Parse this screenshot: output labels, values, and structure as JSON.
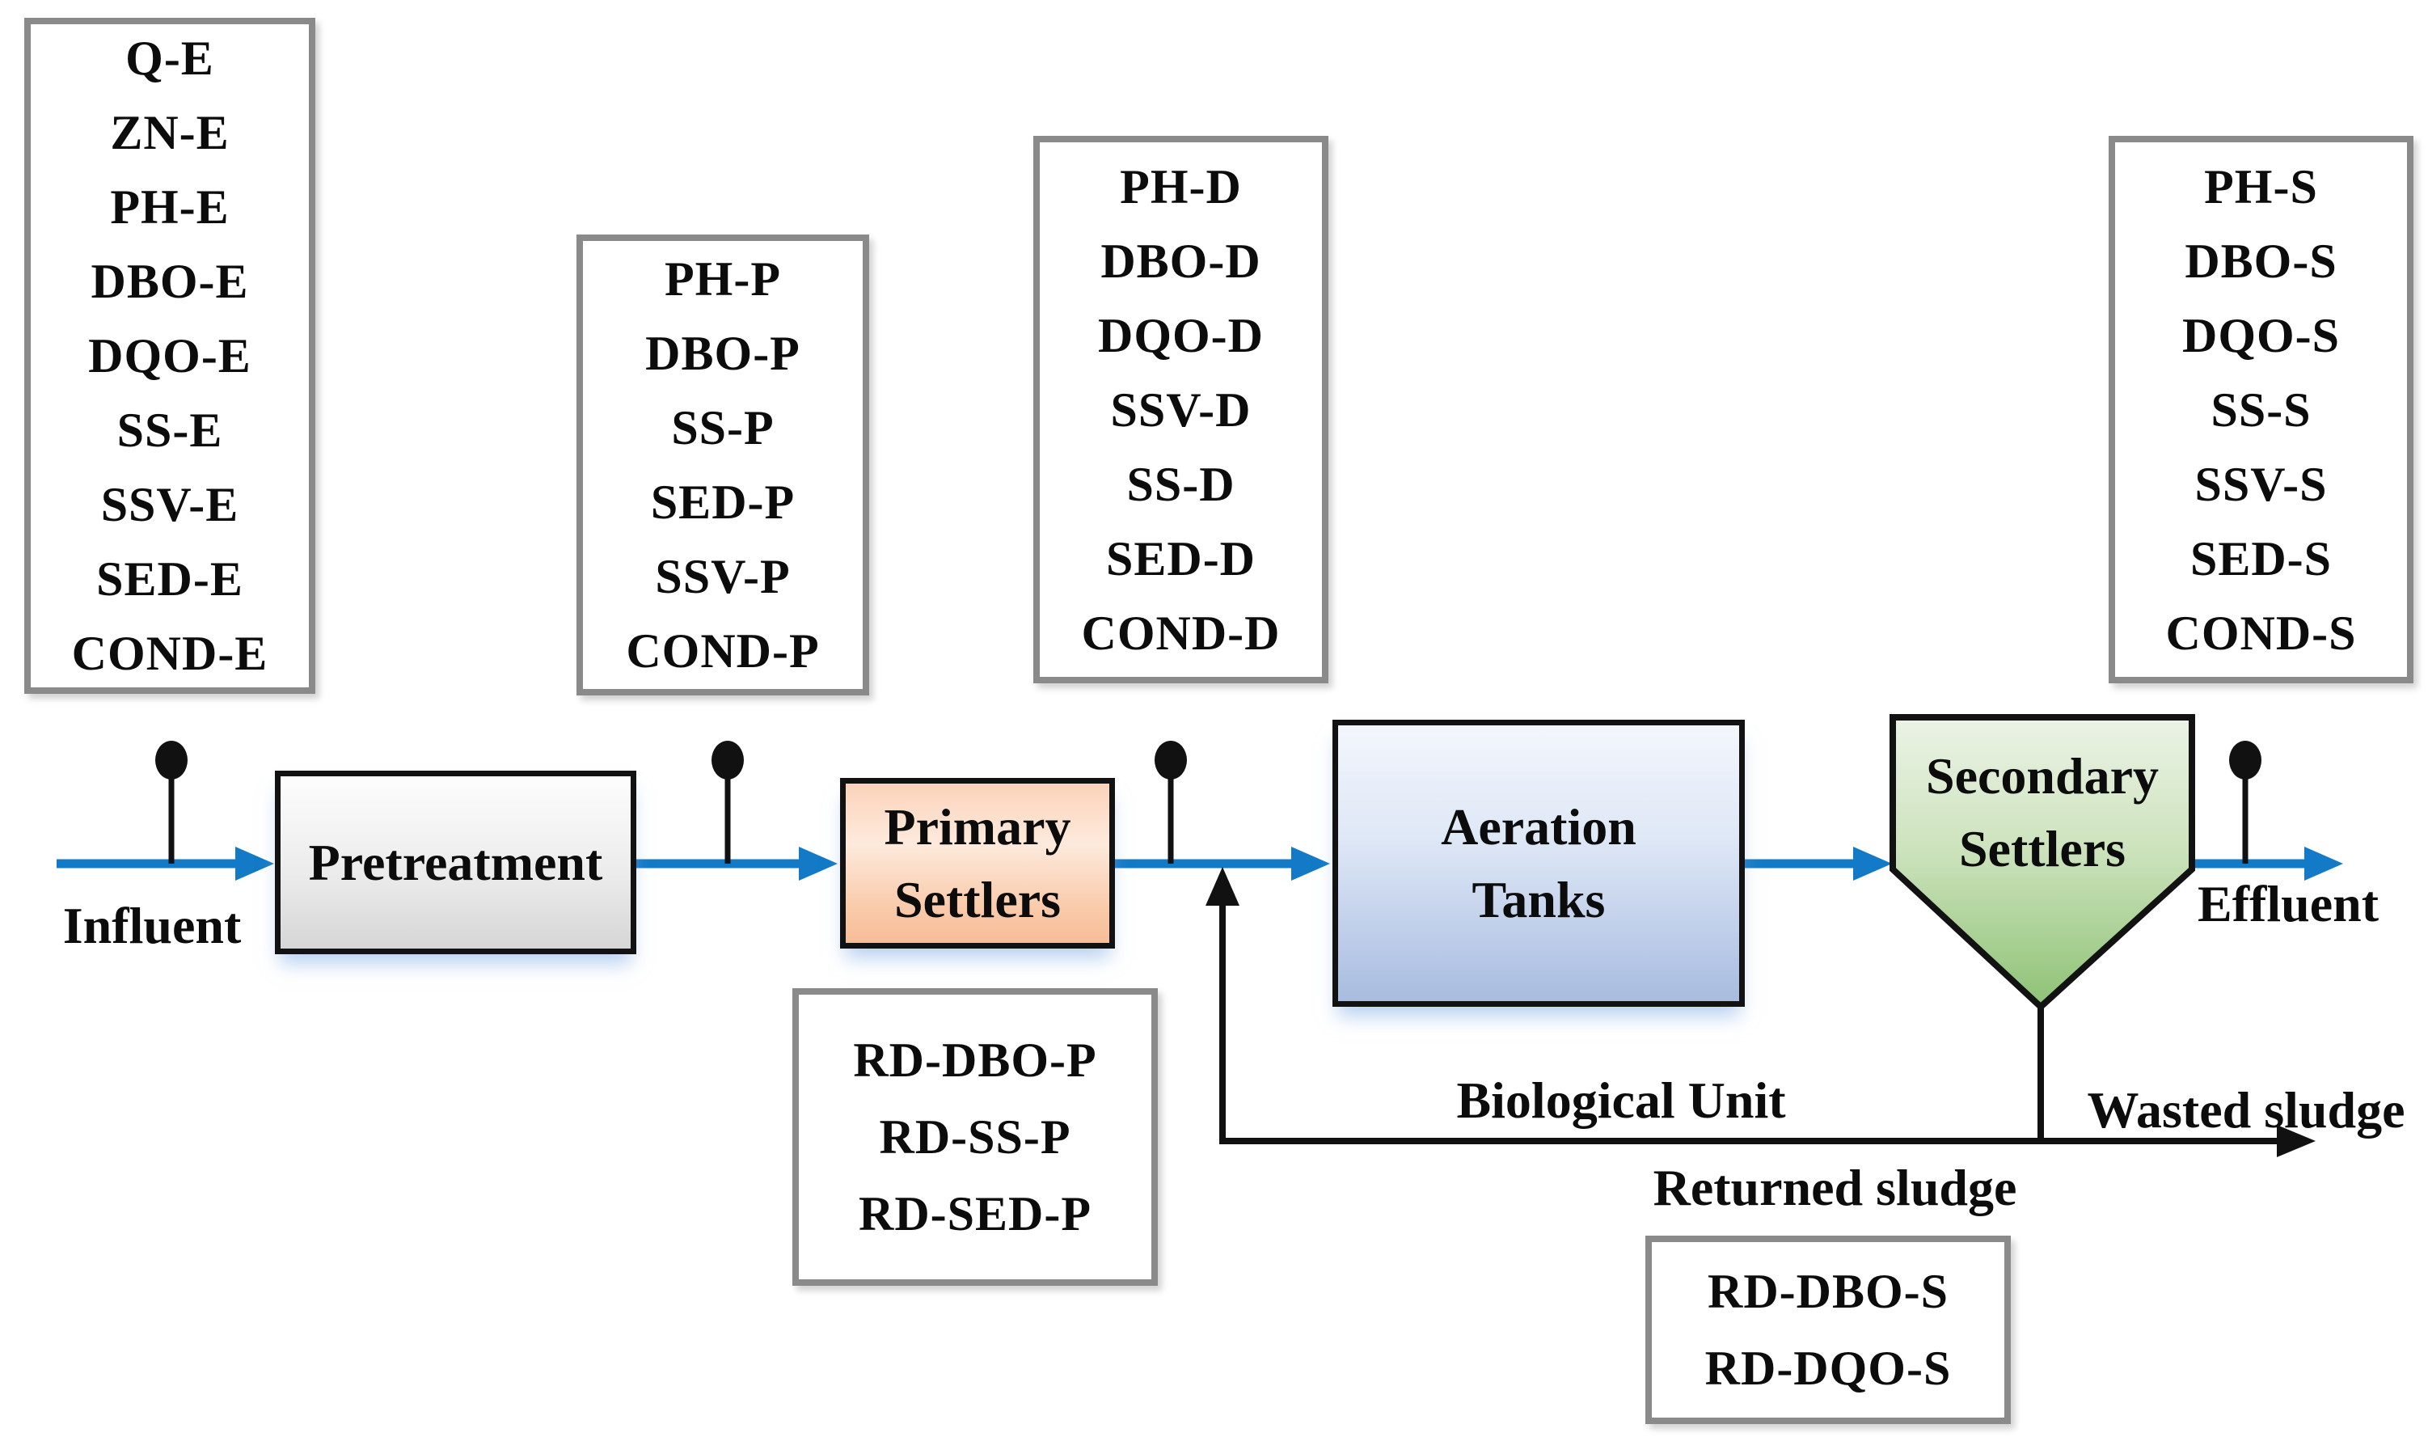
{
  "colors": {
    "flow_arrow_blue": "#127ac6",
    "diagram_line_black": "#111111",
    "label_box_border_gray": "#8a8a8a",
    "pretreatment_fill_top": "#fdfdfd",
    "pretreatment_fill_bottom": "#d6d6d6",
    "primary_settlers_fill_top": "#fbd3ba",
    "primary_settlers_fill_mid": "#fdeadc",
    "primary_settlers_fill_bottom": "#f7bd97",
    "aeration_fill_top": "#f3f6fc",
    "aeration_fill_bottom": "#a9bcdf",
    "secondary_fill_top": "#ecf3e6",
    "secondary_fill_bottom": "#8ec275"
  },
  "process_units": {
    "pretreatment": {
      "label": "Pretreatment"
    },
    "primary_settlers": {
      "lines": [
        "Primary",
        "Settlers"
      ]
    },
    "aeration_tanks": {
      "lines": [
        "Aeration",
        "Tanks"
      ]
    },
    "secondary_settlers": {
      "lines": [
        "Secondary",
        "Settlers"
      ]
    }
  },
  "monitor_boxes": {
    "influent": {
      "lines": [
        "Q-E",
        "ZN-E",
        "PH-E",
        "DBO-E",
        "DQO-E",
        "SS-E",
        "SSV-E",
        "SED-E",
        "COND-E"
      ]
    },
    "after_pretreatment": {
      "lines": [
        "PH-P",
        "DBO-P",
        "SS-P",
        "SED-P",
        "SSV-P",
        "COND-P"
      ]
    },
    "after_primary_settler": {
      "lines": [
        "PH-D",
        "DBO-D",
        "DQO-D",
        "SSV-D",
        "SS-D",
        "SED-D",
        "COND-D"
      ]
    },
    "secondary_effluent": {
      "lines": [
        "PH-S",
        "DBO-S",
        "DQO-S",
        "SS-S",
        "SSV-S",
        "SED-S",
        "COND-S"
      ]
    },
    "primary_performance": {
      "lines": [
        "RD-DBO-P",
        "RD-SS-P",
        "RD-SED-P"
      ]
    },
    "global_performance": {
      "lines": [
        "RD-DBO-S",
        "RD-DQO-S"
      ]
    }
  },
  "flow_labels": {
    "influent": "Influent",
    "effluent": "Effluent",
    "biological_unit": "Biological Unit",
    "returned_sludge": "Returned sludge",
    "wasted_sludge": "Wasted sludge"
  }
}
